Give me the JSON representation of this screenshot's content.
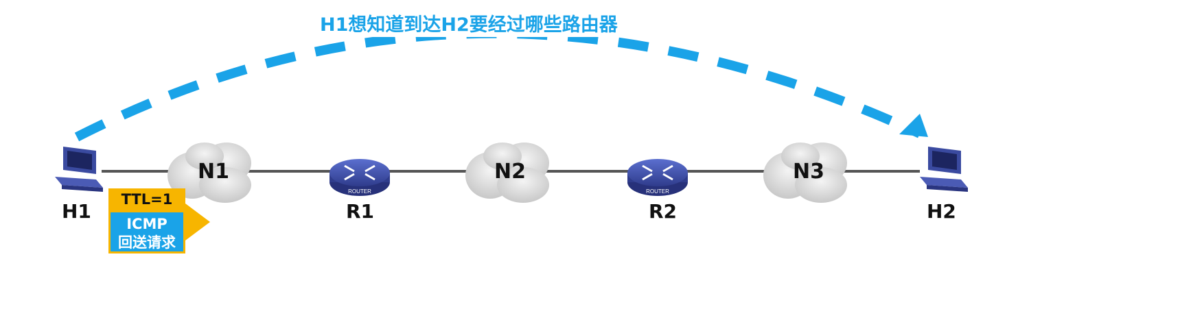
{
  "title": "H1想知道到达H2要经过哪些路由器",
  "hosts": {
    "h1": "H1",
    "h2": "H2"
  },
  "routers": {
    "r1": "R1",
    "r2": "R2",
    "badge": "ROUTER"
  },
  "networks": {
    "n1": "N1",
    "n2": "N2",
    "n3": "N3"
  },
  "packet": {
    "ttl": "TTL=1",
    "line1": "ICMP",
    "line2": "回送请求"
  },
  "colors": {
    "accent": "#1aa3e8",
    "packet": "#f7b500",
    "device": "#3a4aa0",
    "cloud": "#d9d9d9"
  }
}
